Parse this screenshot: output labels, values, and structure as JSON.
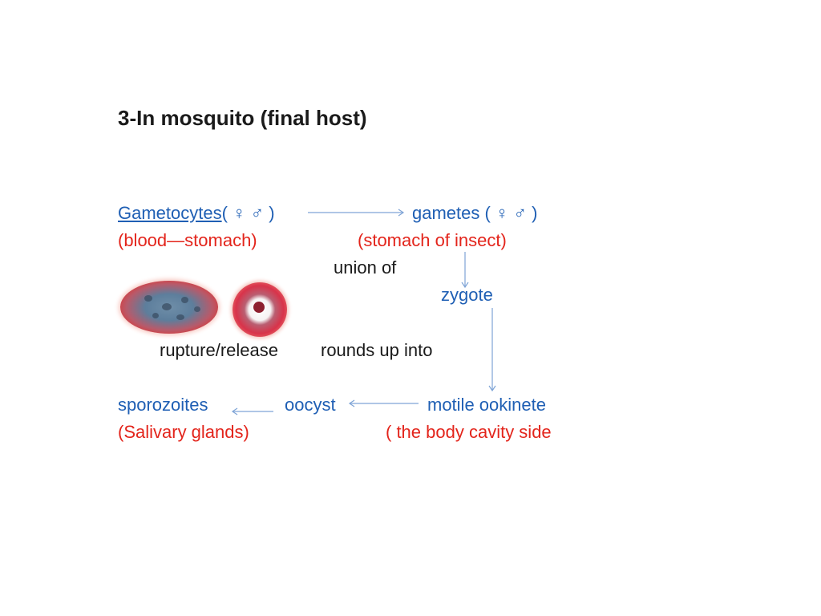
{
  "slide": {
    "title": "3-In mosquito (final host)",
    "labels": {
      "gametocytes_link": "Gametocytes",
      "gametocytes_symbols": "( ♀ ♂ )",
      "gametes": "gametes ( ♀ ♂ )",
      "blood_stomach": "(blood—stomach)",
      "stomach_insect": "(stomach of insect)",
      "union_of": "union of",
      "zygote": "zygote",
      "rupture_release": "rupture/release",
      "rounds_up_into": "rounds up into",
      "sporozoites": "sporozoites",
      "oocyst": "oocyst",
      "motile_ookinete": "motile ookinete",
      "salivary_glands": "(Salivary glands)",
      "body_cavity_side": "( the body cavity side"
    },
    "icons": {
      "gametocyte_oval": "female-gametocyte-cell",
      "gametocyte_round": "male-gametocyte-cell"
    },
    "colors": {
      "blue_text": "#1f5fb4",
      "red_text": "#e3241b",
      "arrow": "#7fa4d6"
    }
  }
}
